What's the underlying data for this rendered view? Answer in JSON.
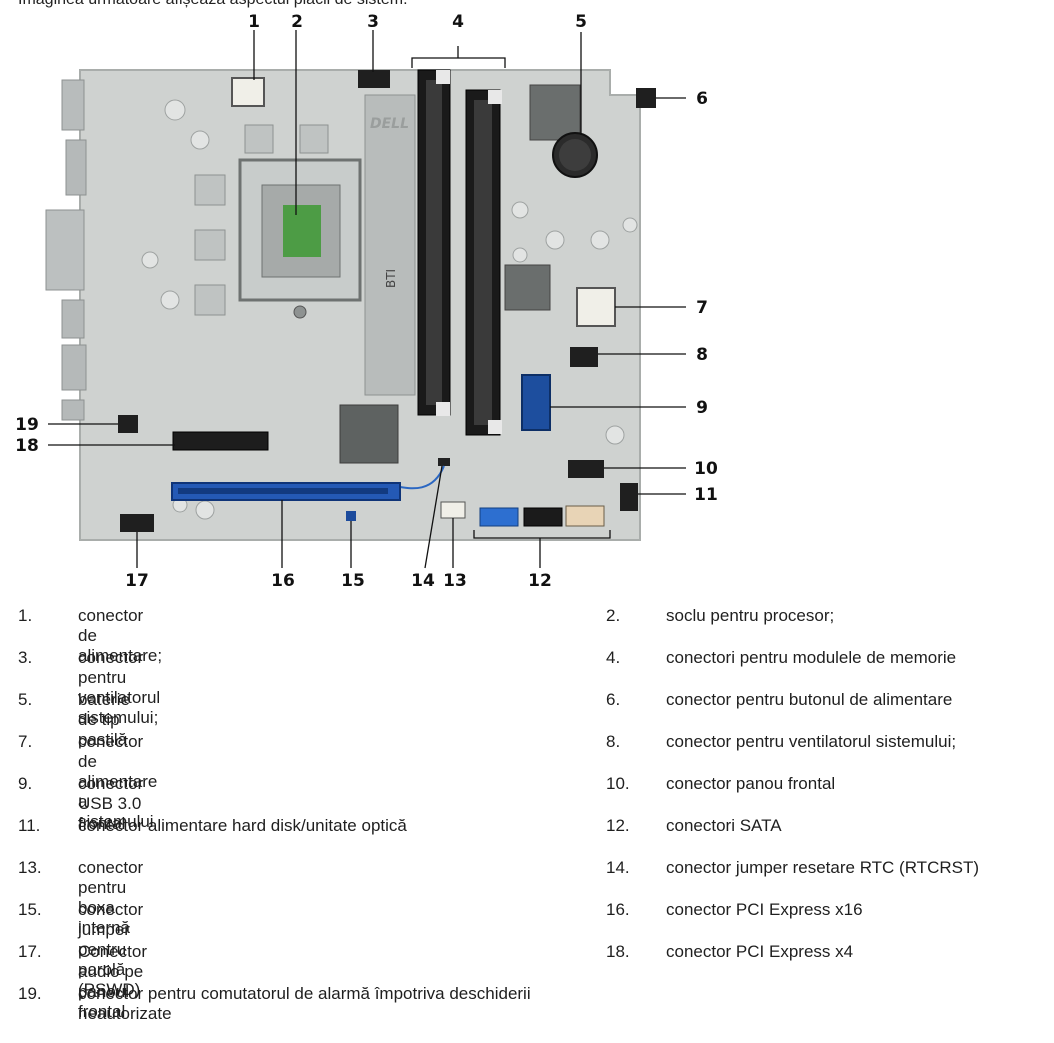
{
  "intro": "Imaginea următoare afișează aspectul plăcii de sistem.",
  "figure": {
    "callouts": [
      "1",
      "2",
      "3",
      "4",
      "5",
      "6",
      "7",
      "8",
      "9",
      "10",
      "11",
      "12",
      "13",
      "14",
      "15",
      "16",
      "17",
      "18",
      "19"
    ],
    "board_marking": "BTI",
    "logo_text": "DELL"
  },
  "legend": [
    {
      "n": "1.",
      "t": "conector de alimentare;"
    },
    {
      "n": "2.",
      "t": "soclu pentru procesor;"
    },
    {
      "n": "3.",
      "t": "conector pentru ventilatorul sistemului;"
    },
    {
      "n": "4.",
      "t": "conectori pentru modulele de memorie"
    },
    {
      "n": "5.",
      "t": "baterie de tip pastilă"
    },
    {
      "n": "6.",
      "t": "conector pentru butonul de alimentare"
    },
    {
      "n": "7.",
      "t": "conector de alimentare a sistemului"
    },
    {
      "n": "8.",
      "t": "conector pentru ventilatorul sistemului;"
    },
    {
      "n": "9.",
      "t": "conector USB 3.0 frontal"
    },
    {
      "n": "10.",
      "t": "conector panou frontal"
    },
    {
      "n": "11.",
      "t": "conector alimentare hard disk/unitate optică"
    },
    {
      "n": "12.",
      "t": "conectori SATA"
    },
    {
      "n": "13.",
      "t": "conector pentru boxa internă"
    },
    {
      "n": "14.",
      "t": "conector jumper resetare RTC (RTCRST)"
    },
    {
      "n": "15.",
      "t": "conector jumper pentru parolă (PSWD)"
    },
    {
      "n": "16.",
      "t": "conector PCI Express x16"
    },
    {
      "n": "17.",
      "t": "Conector audio pe panoul frontal"
    },
    {
      "n": "18.",
      "t": "conector PCI Express x4"
    },
    {
      "n": "19.",
      "t": "conector pentru comutatorul de alarmă împotriva deschiderii neautorizate"
    }
  ]
}
